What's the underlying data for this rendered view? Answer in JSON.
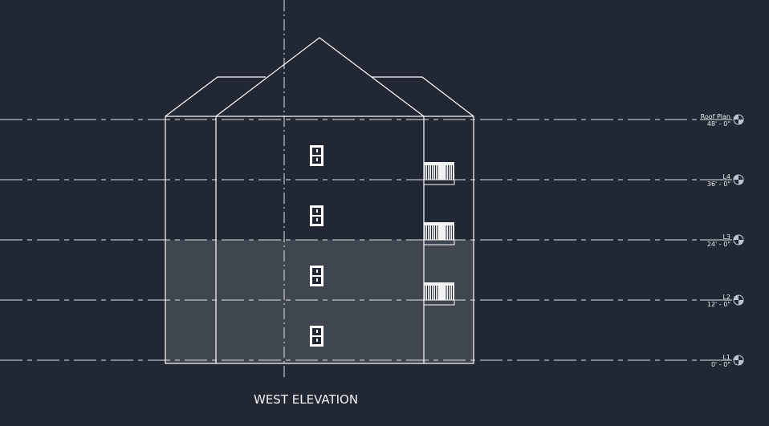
{
  "view_title": "WEST ELEVATION",
  "levels": [
    {
      "name": "Roof Plan",
      "elevation": "48' - 0\""
    },
    {
      "name": "L4",
      "elevation": "36' - 0\""
    },
    {
      "name": "L3",
      "elevation": "24' - 0\""
    },
    {
      "name": "L2",
      "elevation": "12' - 0\""
    },
    {
      "name": "L1",
      "elevation": "0' - 0\""
    }
  ],
  "colors": {
    "background": "#212833",
    "lines": "#ffffff",
    "selection": "#40464f"
  }
}
